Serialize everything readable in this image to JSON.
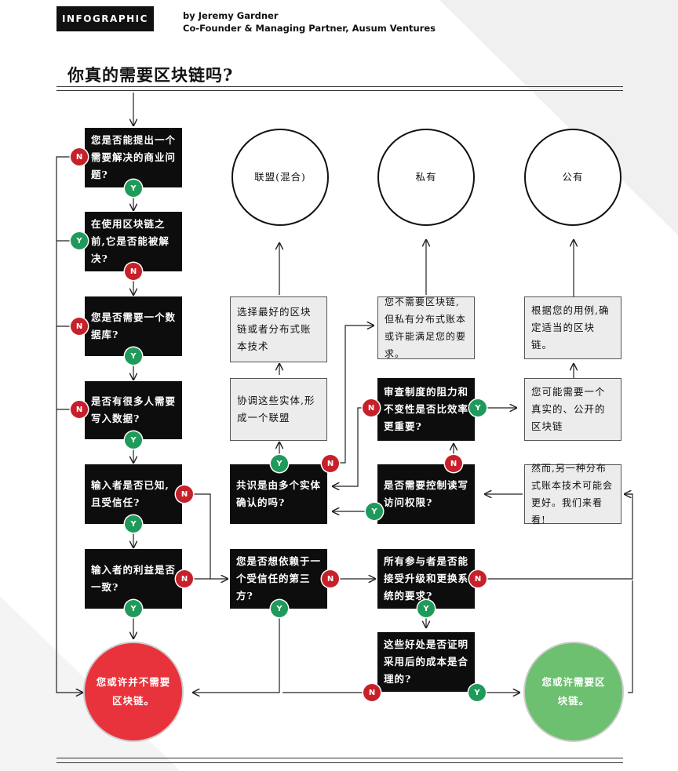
{
  "header": {
    "tag": "INFOGRAPHIC",
    "author_line": "by Jeremy Gardner",
    "author_title": "Co-Founder & Managing Partner, Ausum Ventures"
  },
  "title": "你真的需要区块链吗?",
  "colors": {
    "red": "#e8333c",
    "green": "#6cc06f",
    "no_badge": "#c6202b",
    "yes_badge": "#1f9a5a"
  },
  "badges": {
    "no": "N",
    "yes": "Y"
  },
  "questions": {
    "q1": "您是否能提出一个需要解决的商业问题?",
    "q2": "在使用区块链之前,它是否能被解决?",
    "q3": "您是否需要一个数据库?",
    "q4": "是否有很多人需要写入数据?",
    "q5": "输入者是否已知,且受信任?",
    "q6": "输入者的利益是否一致?",
    "q7": "您是否想依赖于一个受信任的第三方?",
    "q8": "共识是由多个实体确认的吗?",
    "q9": "是否需要控制读写访问权限?",
    "q10": "审查制度的阻力和不变性是否比效率更重要?",
    "q11": "所有参与者是否能接受升级和更换系统的要求?",
    "q12": "这些好处是否证明采用后的成本是合理的?"
  },
  "notes": {
    "consortium_form": "协调这些实体,形成一个联盟",
    "choose_best": "选择最好的区块链或者分布式账本技术",
    "private_note": "您不需要区块链,但私有分布式账本或许能满足您的要求。",
    "public_real": "您可能需要一个真实的、公开的区块链",
    "use_case": "根据您的用例,确定适当的区块链。",
    "other_dlt": "然而,另一种分布式账本技术可能会更好。我们来看看!"
  },
  "outcomes": {
    "consortium": "联盟(混合)",
    "private": "私有",
    "public": "公有",
    "no_blockchain": "您或许并不需要区块链。",
    "need_blockchain": "您或许需要区块链。"
  }
}
